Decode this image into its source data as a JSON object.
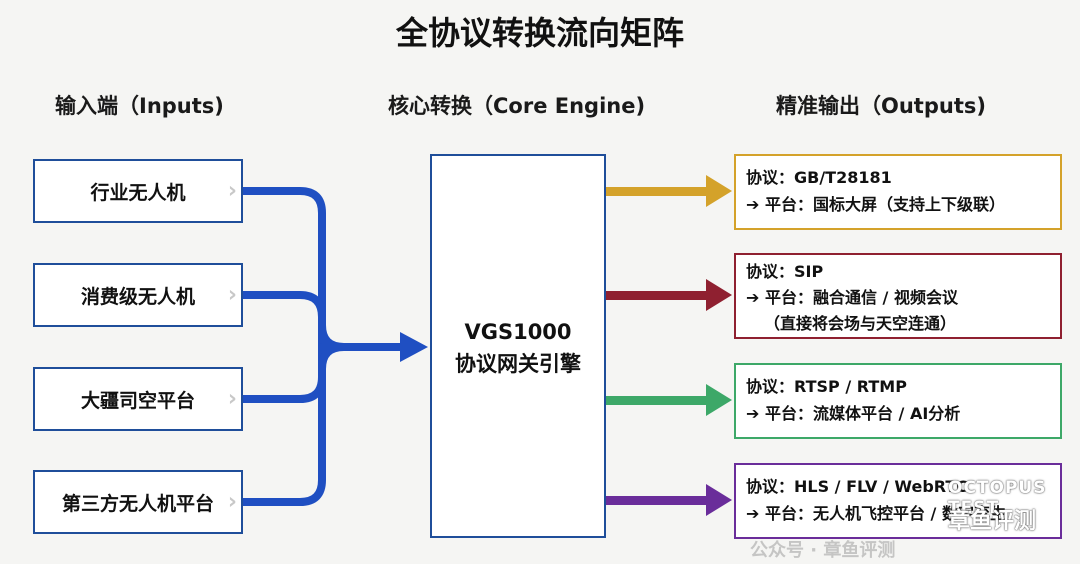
{
  "title": "全协议转换流向矩阵",
  "columns": {
    "inputs": "输入端（Inputs)",
    "engine": "核心转换（Core Engine)",
    "outputs": "精准输出（Outputs)"
  },
  "inputs": [
    "行业无人机",
    "消费级无人机",
    "大疆司空平台",
    "第三方无人机平台"
  ],
  "engine": {
    "line1": "VGS1000",
    "line2": "协议网关引擎"
  },
  "outputs": [
    {
      "protocol": "协议：GB/T28181",
      "platform": "➔ 平台：国标大屏（支持上下级联）",
      "extra": "",
      "color": "#d4a22a"
    },
    {
      "protocol": "协议：SIP",
      "platform": "➔ 平台：融合通信 / 视频会议",
      "extra": "（直接将会场与天空连通）",
      "color": "#8f2030"
    },
    {
      "protocol": "协议：RTSP / RTMP",
      "platform": "➔ 平台：流媒体平台 / AI分析",
      "extra": "",
      "color": "#3da868"
    },
    {
      "protocol": "协议：HLS / FLV / WebRTC",
      "platform": "➔ 平台：无人机飞控平台 / 数字孪生",
      "extra": "",
      "color": "#6a2d9a"
    }
  ],
  "colors": {
    "input_arrow": "#1f4fc2",
    "box_border": "#1f4e9a"
  },
  "watermark": {
    "line1": "OCTOPUS TEST",
    "line2": "章鱼评测",
    "line3": "公众号 · 章鱼评测"
  }
}
